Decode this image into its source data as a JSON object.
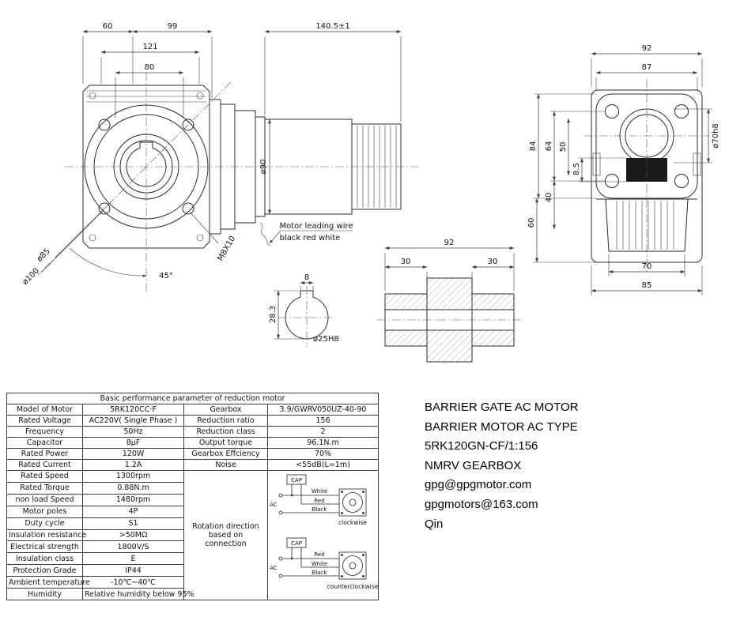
{
  "side_view": {
    "dim_60": "60",
    "dim_99": "99",
    "dim_121": "121",
    "dim_80": "80",
    "dim_length": "140.5±1",
    "dim_d90": "ø90",
    "dim_d85": "ø85",
    "dim_d100": "ø100",
    "dim_angle": "45°",
    "thread_label": "M8X10",
    "wire_note_line1": "Motor leading wire",
    "wire_note_line2": "black red white"
  },
  "end_view": {
    "dim_92": "92",
    "dim_87": "87",
    "dim_84": "84",
    "dim_64": "64",
    "dim_50": "50",
    "dim_8_5": "8.5",
    "dim_40": "40",
    "dim_60": "60",
    "dim_70": "70",
    "dim_85": "85",
    "dim_d70": "ø70h8"
  },
  "shaft_section": {
    "dim_8": "8",
    "dim_28_3": "28.3",
    "dim_d25": "ø25H8"
  },
  "coupling": {
    "dim_92": "92",
    "dim_30_left": "30",
    "dim_30_right": "30"
  },
  "spec_table": {
    "title": "Basic performance parameter of reduction motor",
    "rows4": [
      {
        "l1": "Model of Motor",
        "v1": "5RK120CC·F",
        "l2": "Gearbox",
        "v2": "3.9/GWRV050UZ-40-90"
      },
      {
        "l1": "Rated Voltage",
        "v1": "AC220V( Single Phase )",
        "l2": "Reduction ratio",
        "v2": "156"
      },
      {
        "l1": "Frequency",
        "v1": "50Hz",
        "l2": "Reduction class",
        "v2": "2"
      },
      {
        "l1": "Capacitor",
        "v1": "8μF",
        "l2": "Output torque",
        "v2": "96.1N.m"
      },
      {
        "l1": "Rated Power",
        "v1": "120W",
        "l2": "Gearbox Effciency",
        "v2": "70%"
      },
      {
        "l1": "Rated Current",
        "v1": "1.2A",
        "l2": "Noise",
        "v2": "<55dB(L=1m)"
      }
    ],
    "rows2": [
      {
        "l": "Rated Speed",
        "v": "1300rpm"
      },
      {
        "l": "Rated Torque",
        "v": "0.88N.m"
      },
      {
        "l": "non load Speed",
        "v": "1480rpm"
      },
      {
        "l": "Motor poles",
        "v": "4P"
      },
      {
        "l": "Duty cycle",
        "v": "S1"
      },
      {
        "l": "Insulation resistance",
        "v": ">50MΩ"
      },
      {
        "l": "Electrical strength",
        "v": "1800V/S"
      },
      {
        "l": "Insulation class",
        "v": "E"
      },
      {
        "l": "Protection Grade",
        "v": "IP44"
      },
      {
        "l": "Ambient temperature",
        "v": "-10℃~40℃"
      },
      {
        "l": "Humidity",
        "v": "Relative humidity below 95%"
      }
    ],
    "rotation_note": "Rotation direction based on connection",
    "wiring": {
      "cap": "CAP",
      "ac": "AC",
      "cw": {
        "w1": "White",
        "w2": "Red",
        "w3": "Black",
        "label": "clockwise"
      },
      "ccw": {
        "w1": "Red",
        "w2": "White",
        "w3": "Black",
        "label": "counterclockwise"
      }
    }
  },
  "info": {
    "lines": [
      "BARRIER GATE AC MOTOR",
      "BARRIER MOTOR AC TYPE",
      "5RK120GN-CF/1:156",
      "NMRV GEARBOX",
      "gpg@gpgmotor.com",
      "gpgmotors@163.com",
      "Qin"
    ]
  }
}
